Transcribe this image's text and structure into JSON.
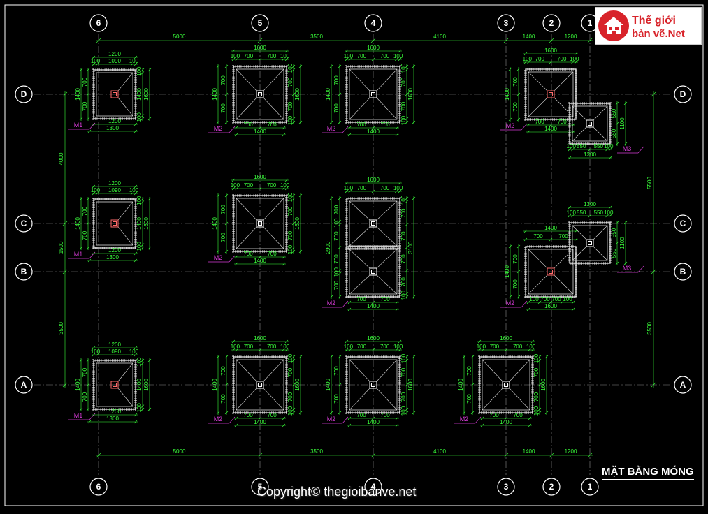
{
  "axes": {
    "vertical": [
      "6",
      "5",
      "4",
      "3",
      "2",
      "1"
    ],
    "horizontal": [
      "D",
      "C",
      "B",
      "A"
    ]
  },
  "spans": {
    "top": [
      "5000",
      "3500",
      "4100",
      "1400",
      "1200"
    ],
    "bottom": [
      "5000",
      "3500",
      "4100",
      "1400",
      "1200"
    ],
    "left": [
      "4000",
      "1500",
      "3500"
    ],
    "right": [
      "5500",
      "3500"
    ]
  },
  "footings": [
    {
      "tag": "M1",
      "top_total": "1200",
      "top_sub": "1090",
      "top_parts": [
        "100",
        "",
        "100"
      ],
      "left_total": "1400",
      "left_parts": [
        "700",
        "700"
      ],
      "right_total": "1600",
      "right_parts": [
        "100",
        "1400",
        "100"
      ],
      "bottom_sub": "1200",
      "bottom_total": "1300"
    },
    {
      "tag": "M2",
      "top_total": "1600",
      "top_parts": [
        "100",
        "700",
        "700",
        "100"
      ],
      "left_total": "1400",
      "left_parts": [
        "700",
        "700"
      ],
      "right_total": "1600",
      "right_parts": [
        "100",
        "700",
        "700",
        "100"
      ],
      "bottom_parts": [
        "700",
        "700"
      ],
      "bottom_total": "1400"
    },
    {
      "tag": "M3",
      "top_total": "1300",
      "top_parts": [
        "100",
        "550",
        "550",
        "100"
      ],
      "side_total": "1100",
      "side_parts": [
        "550",
        "550"
      ],
      "bottom_parts": [
        "100",
        "550",
        "550",
        "100"
      ],
      "bottom_total": "1300"
    },
    {
      "tag": "M2",
      "combined_total": "3100",
      "combined_left": "2900"
    }
  ],
  "tags": {
    "m1": "M1",
    "m2": "M2",
    "m3": "M3"
  },
  "logo": {
    "line1": "Thế giới",
    "line2": "bản vẽ.Net"
  },
  "title": "MẶT BẰNG MÓNG",
  "copyright": "Copyright© thegioibanve.net",
  "colors": {
    "background": "#000000",
    "dimension": "#39ff3a",
    "tag": "#d63bd6",
    "logo": "#d8232a"
  }
}
